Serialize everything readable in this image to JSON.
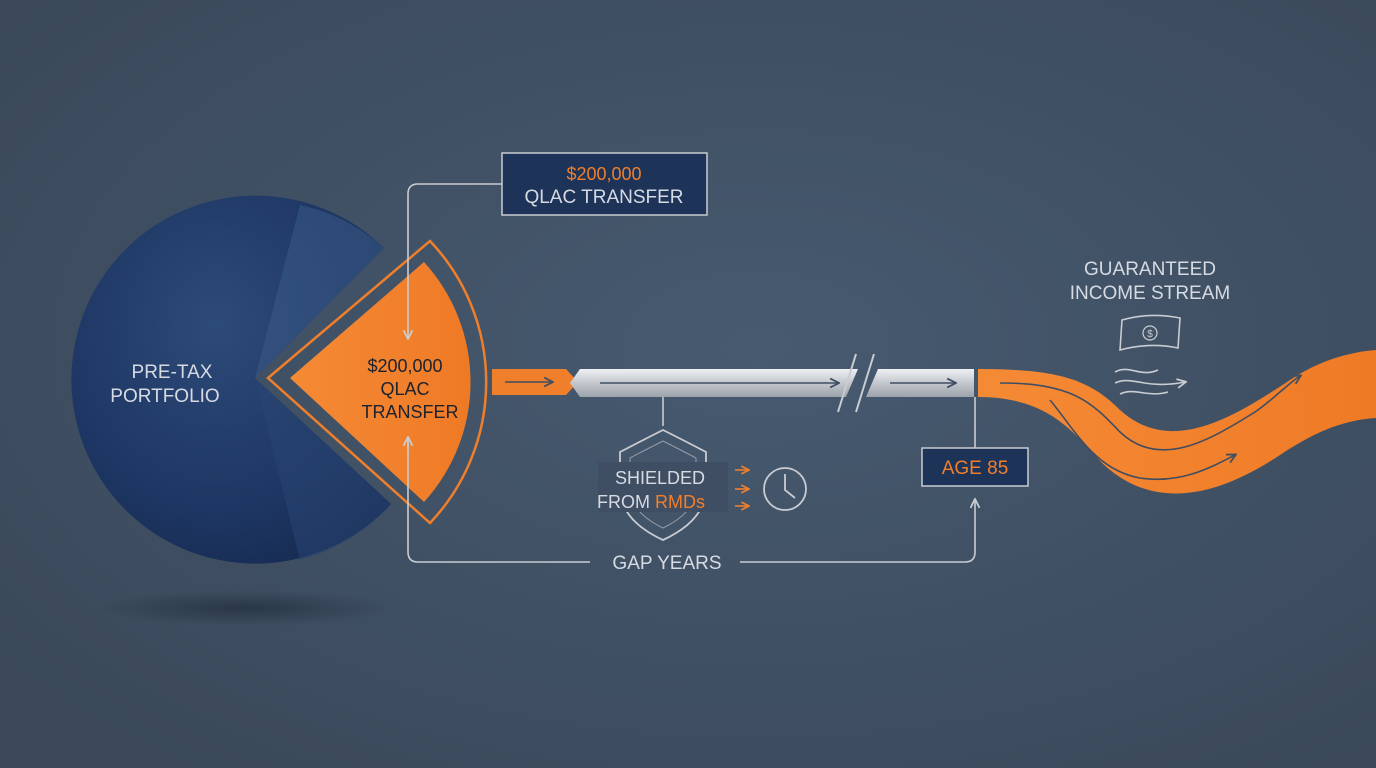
{
  "portfolio": {
    "line1": "PRE-TAX",
    "line2": "PORTFOLIO"
  },
  "callout": {
    "amount": "$200,000",
    "label": "QLAC TRANSFER"
  },
  "wedge": {
    "amount": "$200,000",
    "line2": "QLAC",
    "line3": "TRANSFER"
  },
  "shield": {
    "line1": "SHIELDED",
    "line2_prefix": "FROM",
    "line2_accent": "RMDs"
  },
  "age_box": {
    "label": "AGE 85"
  },
  "gap": {
    "label": "GAP YEARS"
  },
  "income": {
    "line1": "GUARANTEED",
    "line2": "INCOME STREAM"
  },
  "icons": [
    "pie-chart-icon",
    "shield-icon",
    "clock-icon",
    "money-bill-icon",
    "wind-arrow-icon"
  ],
  "colors": {
    "background": "#3f4e62",
    "navy": "#1e3358",
    "orange": "#f07f2c",
    "silver": "#c9ccd1",
    "text_light": "#d6dbe3"
  }
}
